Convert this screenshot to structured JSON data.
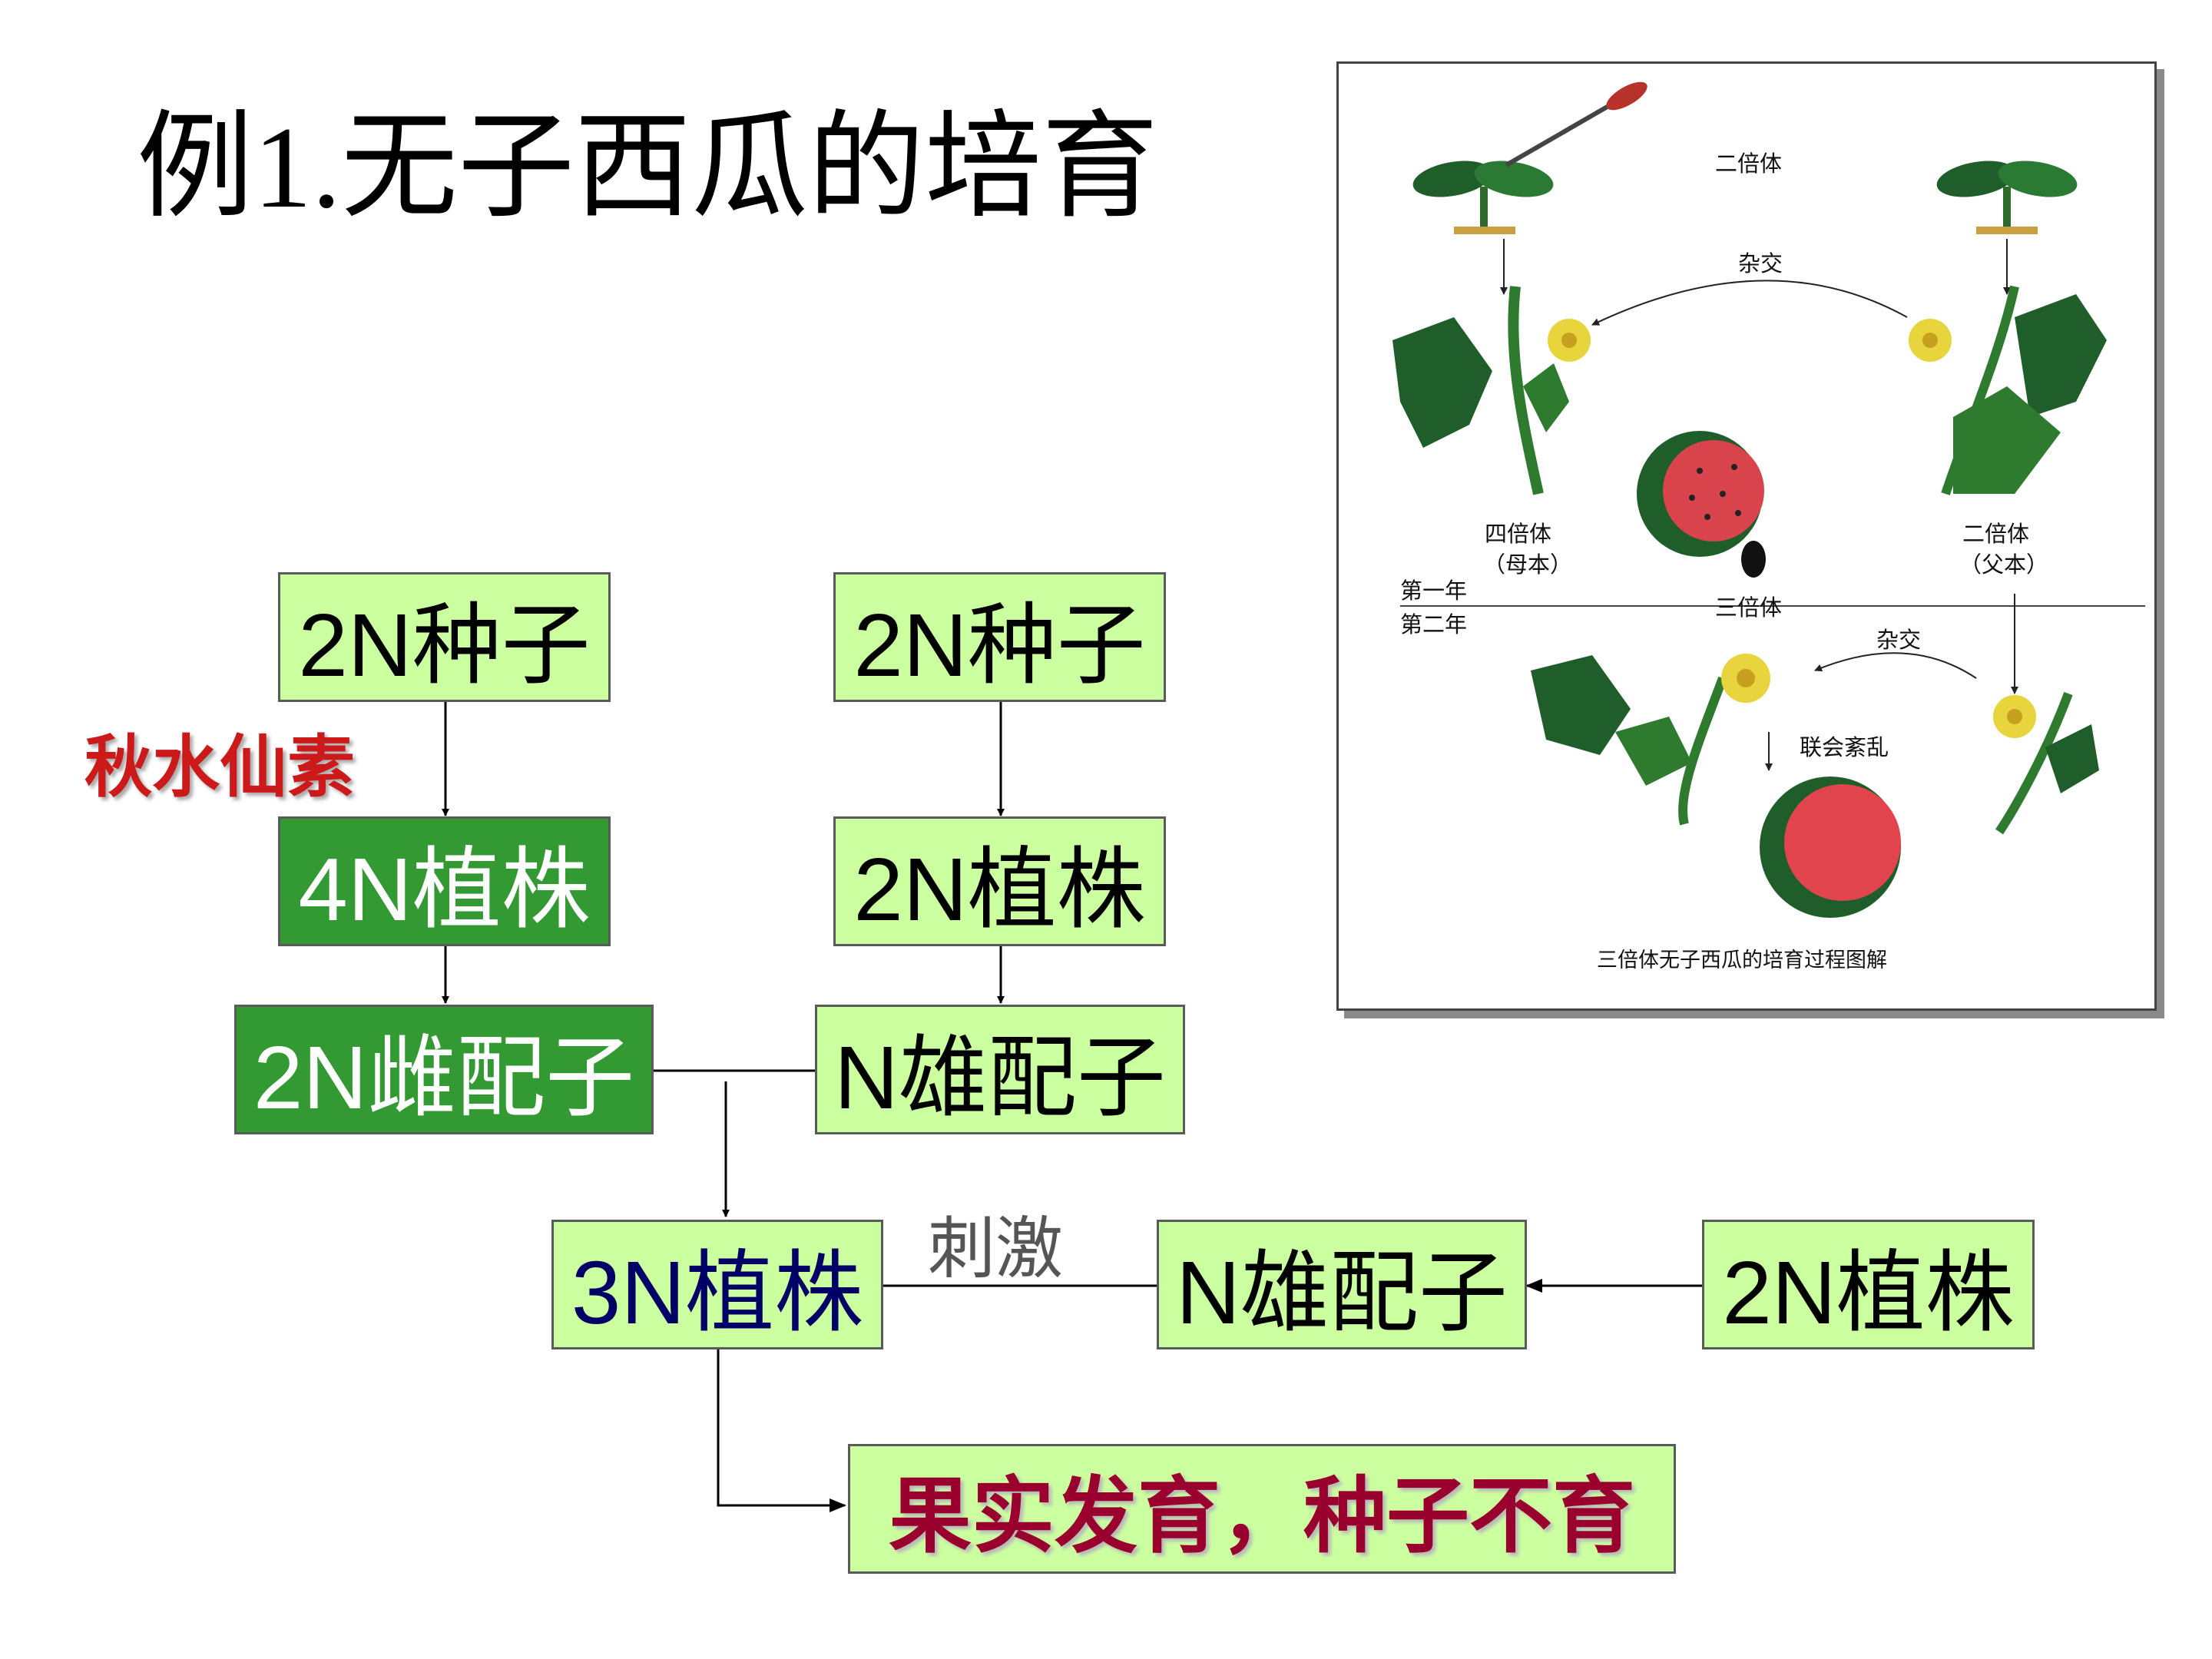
{
  "title": "例1.无子西瓜的培育",
  "flow": {
    "seed_left": "2N种子",
    "seed_right": "2N种子",
    "colchicine": "秋水仙素",
    "tetraploid": "4N植株",
    "diploid_right": "2N植株",
    "female_gamete": "2N雌配子",
    "male_gamete_top": "N雄配子",
    "triploid": "3N植株",
    "stimulate": "刺激",
    "male_gamete_bottom": "N雄配子",
    "diploid_bottom": "2N植株",
    "result": "果实发育，种子不育"
  },
  "illustration": {
    "diploid_top": "二倍体",
    "cross_top": "杂交",
    "tetraploid_label": "四倍体",
    "mother": "（母本）",
    "diploid_right_label": "二倍体",
    "father": "（父本）",
    "year_one": "第一年",
    "year_two": "第二年",
    "triploid_label": "三倍体",
    "cross_bottom": "杂交",
    "synapsis": "联会紊乱",
    "caption": "三倍体无子西瓜的培育过程图解"
  },
  "colors": {
    "light_box": "#ccffa0",
    "dark_box": "#339933",
    "result_text": "#99002e",
    "colchicine_text": "#cc1a1a",
    "triploid_text": "#000066"
  }
}
